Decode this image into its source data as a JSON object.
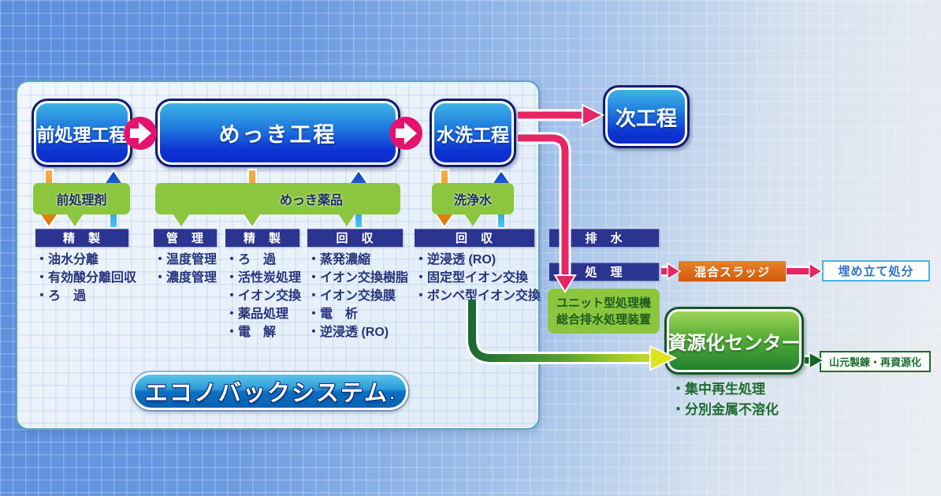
{
  "colors": {
    "accent_pink": "#e62565",
    "arrow_orange": "#ee8412",
    "arrow_blue": "#2aa9e0",
    "bar_green": "#8cc63f",
    "header_navy": "#2b3490",
    "process_box_blue_top": "#41b9e6",
    "process_box_blue_bottom": "#0b2bc8",
    "sludge_orange": "#d2590a",
    "resource_green": "#1e7e30",
    "flow_green_dark": "#1a6b33",
    "flow_green_light": "#dce41c"
  },
  "process_boxes": [
    {
      "label": "前処理工程"
    },
    {
      "label": "めっき工程"
    },
    {
      "label": "水洗工程"
    },
    {
      "label": "次工程"
    }
  ],
  "supply_bars": [
    {
      "label": "前処理剤"
    },
    {
      "label": "めっき薬品"
    },
    {
      "label": "洗浄水"
    }
  ],
  "columns": [
    {
      "header": "精　製",
      "items": [
        "・油水分離",
        "・有効酸分離回収",
        "・ろ　過"
      ]
    },
    {
      "header": "管　理",
      "items": [
        "・温度管理",
        "・濃度管理"
      ]
    },
    {
      "header": "精　製",
      "items": [
        "・ろ　過",
        "・活性炭処理",
        "・イオン交換",
        "・薬品処理",
        "・電　解"
      ]
    },
    {
      "header": "回　収",
      "items": [
        "・蒸発濃縮",
        "・イオン交換樹脂",
        "・イオン交換膜",
        "・電　析",
        "・逆浸透 (RO)"
      ]
    },
    {
      "header": "回　収",
      "items": [
        "・逆浸透 (RO)",
        "・固定型イオン交換",
        "・ボンベ型イオン交換"
      ]
    }
  ],
  "drain_bar": {
    "label": "排　水"
  },
  "treatment_bar": {
    "label": "処　理"
  },
  "unit_box": {
    "line1": "ユニット型処理機",
    "line2": "総合排水処理装置"
  },
  "sludge_box": {
    "label": "混合スラッジ"
  },
  "landfill_box": {
    "label": "埋め立て処分"
  },
  "resource_center": {
    "label": "資源化センター",
    "items": [
      "・集中再生処理",
      "・分別金属不溶化"
    ]
  },
  "smelting_box": {
    "label": "山元製錬・再資源化"
  },
  "logo": {
    "text": "エコノバックシステム",
    "mark": "."
  }
}
